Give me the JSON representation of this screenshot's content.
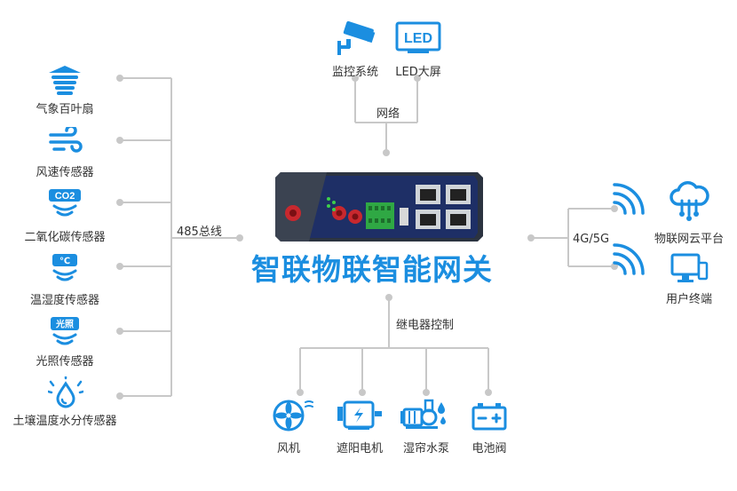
{
  "sensors": [
    {
      "label": "气象百叶扇",
      "icon": "weather-shutter-icon"
    },
    {
      "label": "风速传感器",
      "icon": "wind-icon"
    },
    {
      "label": "二氧化碳传感器",
      "icon": "co2-icon",
      "badge": "CO2"
    },
    {
      "label": "温湿度传感器",
      "icon": "temperature-icon",
      "badge": "℃"
    },
    {
      "label": "光照传感器",
      "icon": "light-icon",
      "badge": "光照"
    },
    {
      "label": "土壤温度水分传感器",
      "icon": "soil-moisture-icon"
    }
  ],
  "bus_label": "485总线",
  "network": {
    "label": "网络",
    "devices": [
      {
        "label": "监控系统",
        "icon": "camera-icon"
      },
      {
        "label": "LED大屏",
        "icon": "led-screen-icon",
        "badge": "LED"
      }
    ]
  },
  "gateway": {
    "title": "智联物联智能网关",
    "icon": "router-icon"
  },
  "wireless": {
    "label": "4G/5G",
    "targets": [
      {
        "label": "物联网云平台",
        "icon": "cloud-icon"
      },
      {
        "label": "用户终端",
        "icon": "computer-icon"
      }
    ]
  },
  "relay": {
    "label": "继电器控制",
    "devices": [
      {
        "label": "风机",
        "icon": "fan-icon"
      },
      {
        "label": "遮阳电机",
        "icon": "motor-icon"
      },
      {
        "label": "湿帘水泵",
        "icon": "pump-icon"
      },
      {
        "label": "电池阀",
        "icon": "battery-valve-icon"
      }
    ]
  },
  "colors": {
    "accent": "#1b8ee0",
    "line": "#c8c8c8",
    "device": "#2a3a5a"
  }
}
